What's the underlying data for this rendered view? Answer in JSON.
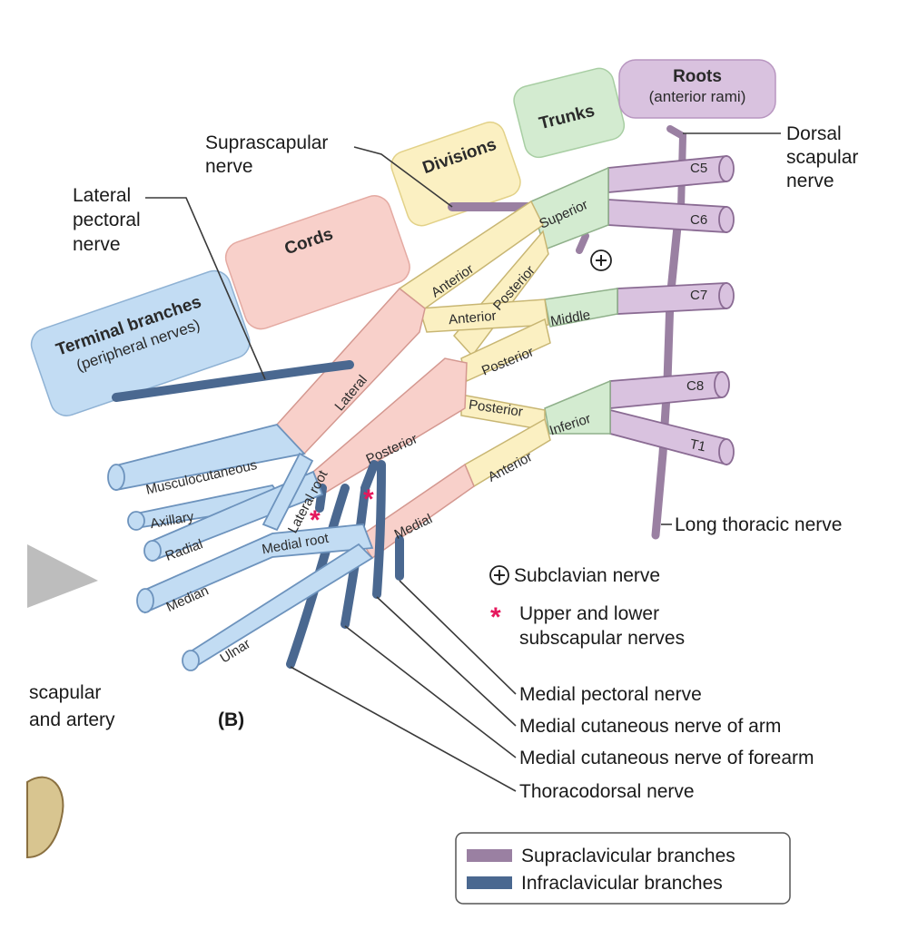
{
  "headers": {
    "roots": "Roots",
    "roots_sub": "(anterior rami)",
    "trunks": "Trunks",
    "divisions": "Divisions",
    "cords": "Cords",
    "terminal": "Terminal branches",
    "terminal_sub": "(peripheral nerves)"
  },
  "roots": [
    "C5",
    "C6",
    "C7",
    "C8",
    "T1"
  ],
  "trunks": {
    "superior": "Superior",
    "middle": "Middle",
    "inferior": "Inferior"
  },
  "divisions": {
    "anterior": "Anterior",
    "posterior": "Posterior"
  },
  "cords": {
    "lateral": "Lateral",
    "posterior": "Posterior",
    "medial": "Medial"
  },
  "roots_median": {
    "lateral": "Lateral root",
    "medial": "Medial root"
  },
  "terminals": {
    "musculocutaneous": "Musculocutaneous",
    "axillary": "Axillary",
    "radial": "Radial",
    "median": "Median",
    "ulnar": "Ulnar"
  },
  "labels": {
    "suprascapular_1": "Suprascapular",
    "suprascapular_2": "nerve",
    "lateral_pectoral_1": "Lateral",
    "lateral_pectoral_2": "pectoral",
    "lateral_pectoral_3": "nerve",
    "dorsal_scapular_1": "Dorsal",
    "dorsal_scapular_2": "scapular",
    "dorsal_scapular_3": "nerve",
    "long_thoracic": "Long thoracic nerve",
    "medial_pectoral": "Medial pectoral nerve",
    "medial_cut_arm": "Medial cutaneous nerve of arm",
    "medial_cut_forearm": "Medial cutaneous nerve of forearm",
    "thoracodorsal": "Thoracodorsal nerve",
    "scapular_1": "scapular",
    "scapular_2": "and artery",
    "figure": "(B)"
  },
  "key": {
    "subclavian": "Subclavian nerve",
    "subscapular_1": "Upper and lower",
    "subscapular_2": "subscapular nerves"
  },
  "legend": {
    "supra": "Supraclavicular branches",
    "infra": "Infraclavicular branches"
  },
  "colors": {
    "roots": "#d9c2df",
    "trunks": "#d3ebd0",
    "divisions": "#fbf0c2",
    "cords": "#f8d0ca",
    "terminal": "#c2dcf3",
    "supra": "#9a80a2",
    "infra": "#4a6890",
    "asterisk": "#e5185d"
  }
}
